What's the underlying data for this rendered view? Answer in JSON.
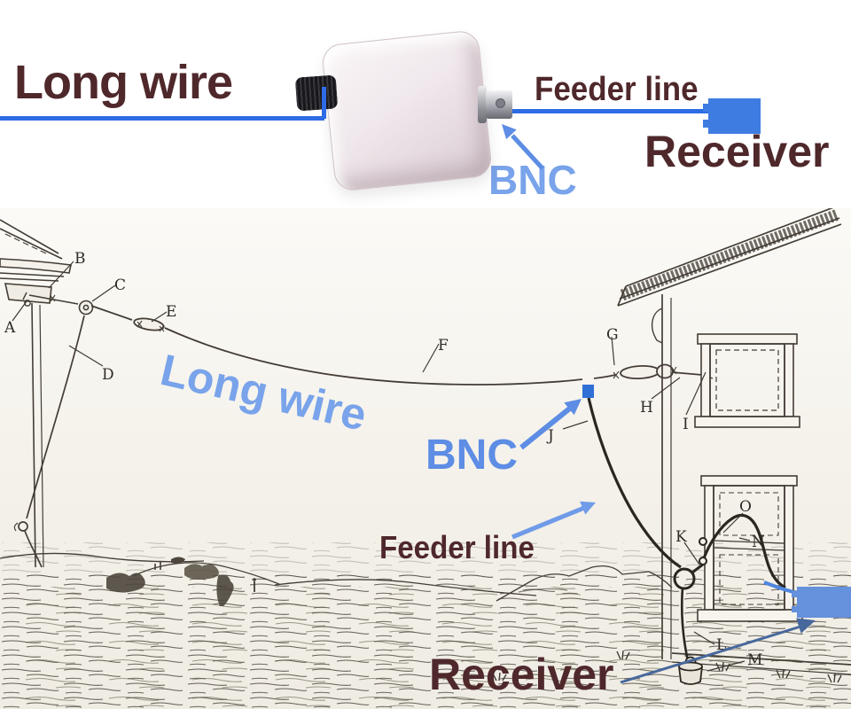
{
  "palette": {
    "label_maroon": "#4f282b",
    "wire_blue": "#2d6ce5",
    "light_blue": "#79a3ea",
    "mid_blue": "#5d8de4",
    "receiver_blue_top": "#3e7ce2",
    "receiver_blue_bottom": "#6591dd",
    "bnc_square_blue": "#2f6fd6",
    "steel_arrow_blue": "#47689c",
    "ink": "#433d35",
    "paper": "#f4f1ea"
  },
  "top_diagram": {
    "long_wire": "Long wire",
    "feeder_line": "Feeder line",
    "bnc": "BNC",
    "receiver": "Receiver"
  },
  "illustration": {
    "long_wire": "Long wire",
    "bnc": "BNC",
    "feeder_line": "Feeder line",
    "receiver": "Receiver",
    "part_labels": [
      "A",
      "B",
      "C",
      "D",
      "E",
      "F",
      "G",
      "H",
      "I",
      "J",
      "K",
      "L",
      "M",
      "N",
      "O"
    ]
  }
}
